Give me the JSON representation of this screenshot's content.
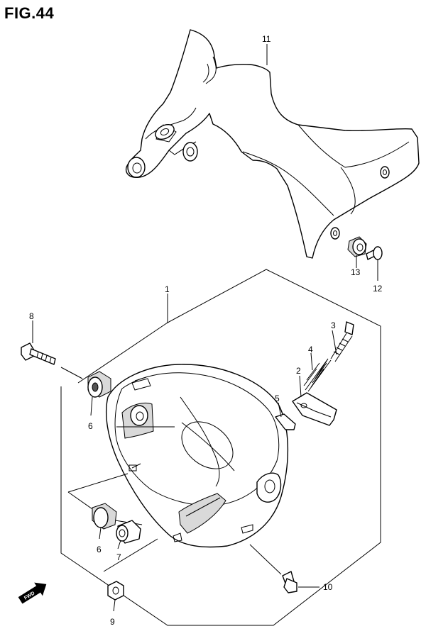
{
  "figure": {
    "title": "FIG.44"
  },
  "callouts": {
    "p1": "1",
    "p2": "2",
    "p3": "3",
    "p4": "4",
    "p5": "5",
    "p6a": "6",
    "p6b": "6",
    "p7": "7",
    "p8": "8",
    "p9": "9",
    "p10": "10",
    "p11": "11",
    "p12": "12",
    "p13": "13"
  },
  "fwd_badge": {
    "label": "FWD"
  }
}
